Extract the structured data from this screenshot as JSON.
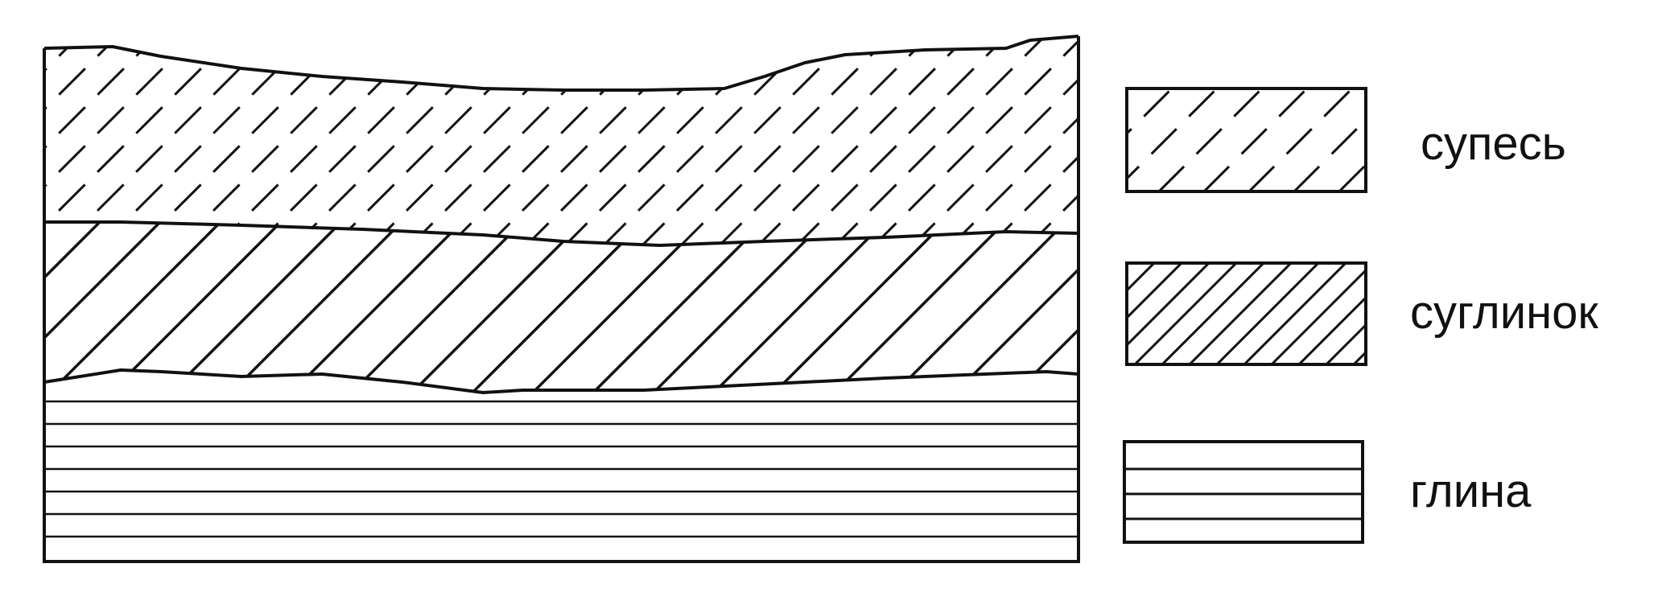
{
  "colors": {
    "ink": "#111111",
    "background": "#ffffff"
  },
  "layers": [
    {
      "key": "sandy_loam",
      "pattern": "dashed-diagonal-hatch",
      "label": "супесь"
    },
    {
      "key": "loam",
      "pattern": "solid-diagonal-hatch",
      "label": "суглинок"
    },
    {
      "key": "clay",
      "pattern": "horizontal-lines",
      "label": "глина"
    }
  ],
  "legend": {
    "items": [
      {
        "label": "супесь",
        "pattern": "dashed-diagonal-hatch"
      },
      {
        "label": "суглинок",
        "pattern": "solid-diagonal-hatch"
      },
      {
        "label": "глина",
        "pattern": "horizontal-lines"
      }
    ]
  }
}
